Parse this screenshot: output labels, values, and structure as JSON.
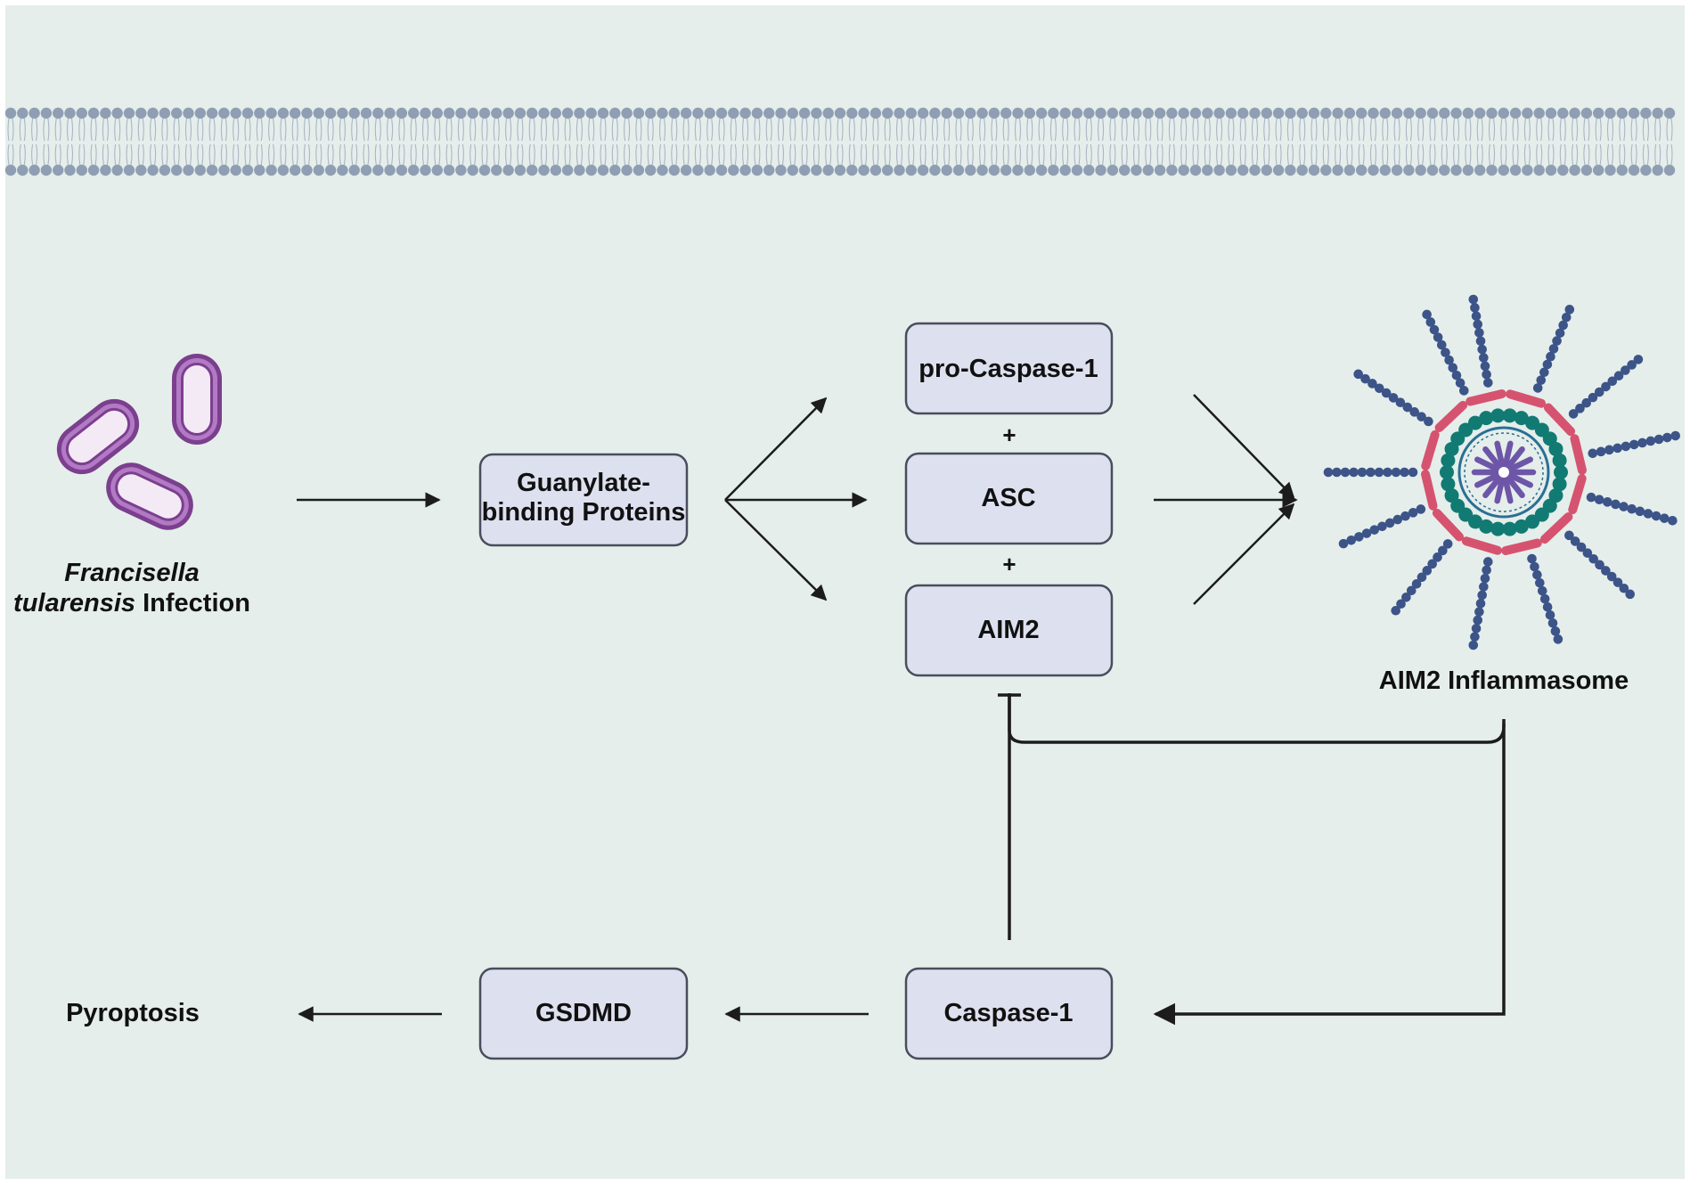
{
  "colors": {
    "background": "#e5eeeb",
    "box_fill": "#dde1ef",
    "box_stroke": "#4a4d5c",
    "membrane": "#8f9eb3",
    "bacterium_outer": "#7b3f8e",
    "bacterium_mid": "#b27ac4",
    "bacterium_inner": "#f3eaf6",
    "inflammasome_arm": "#3c5488",
    "inflammasome_pyd": "#d65370",
    "inflammasome_card": "#117a73",
    "inflammasome_core": "#6d56a8",
    "inflammasome_ring": "#2a6f94"
  },
  "infection": {
    "species_line1": "Francisella",
    "species_line2": "tularensis",
    "suffix": " Infection",
    "icon": "rod-bacteria-icon"
  },
  "nodes": {
    "gbp_line1": "Guanylate-",
    "gbp_line2": "binding Proteins",
    "pro_caspase1": "pro-Caspase-1",
    "asc": "ASC",
    "aim2": "AIM2",
    "caspase1": "Caspase-1",
    "gsdmd": "GSDMD"
  },
  "operators": {
    "plus1": "+",
    "plus2": "+"
  },
  "inflammasome": {
    "label": "AIM2 Inflammasome",
    "icon": "inflammasome-complex-icon"
  },
  "outcome": {
    "label": "Pyroptosis"
  },
  "membrane": {
    "icon": "lipid-bilayer-icon"
  }
}
